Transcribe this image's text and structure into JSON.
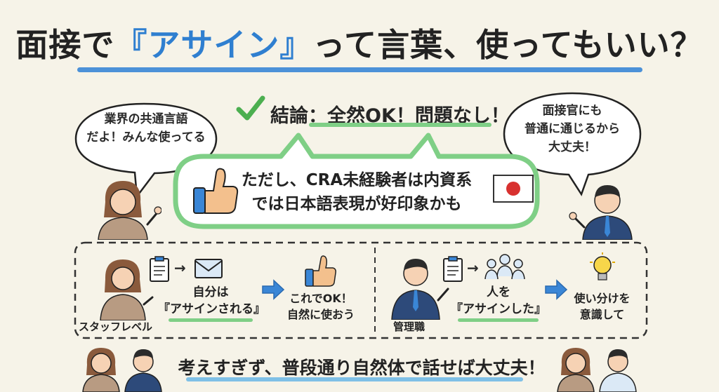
{
  "title": {
    "before": "面接で",
    "highlight": "『アサイン』",
    "after": "って言葉、使ってもいい？"
  },
  "conclusion": "結論：全然OK！問題なし！",
  "left_bubble": {
    "line1": "業界の共通言語",
    "line2": "だよ！みんな使ってる"
  },
  "right_bubble": {
    "line1": "面接官にも",
    "line2": "普通に通じるから",
    "line3": "大丈夫！"
  },
  "main_bubble": {
    "line1": "ただし、CRA未経験者は内資系",
    "line2": "では日本語表現が好印象かも"
  },
  "staff": {
    "label": "スタッフレベル",
    "line1": "自分は",
    "line2": "『アサインされる』",
    "result1": "これでOK！",
    "result2": "自然に使おう"
  },
  "manager": {
    "label": "管理職",
    "line1": "人を",
    "line2": "『アサインした』",
    "result1": "使い分けを",
    "result2": "意識して"
  },
  "bottom": "考えすぎず、普段通り自然体で話せば大丈夫！",
  "colors": {
    "accent_blue": "#3a86d6",
    "accent_green": "#5cb85c",
    "background": "#f6f3e8"
  }
}
